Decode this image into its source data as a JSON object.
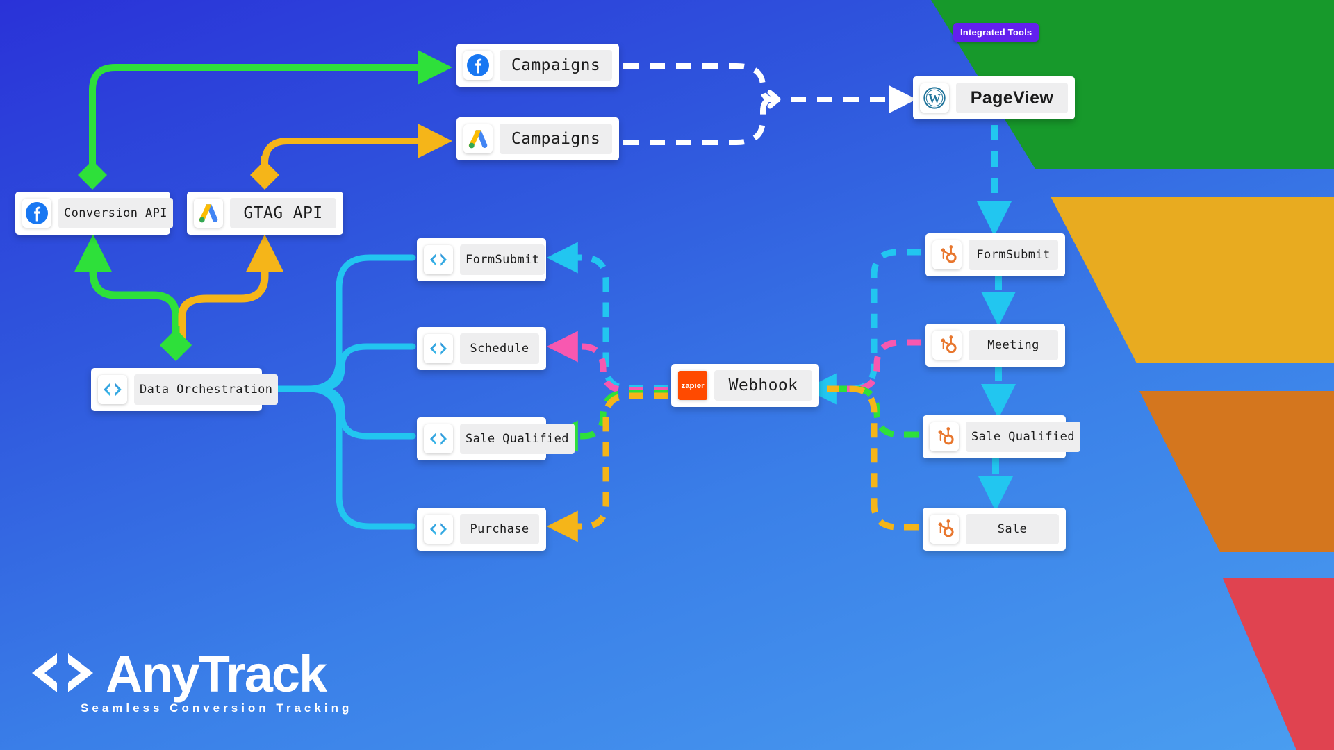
{
  "meta": {
    "diagram_title": "AnyTrack Seamless Conversion Tracking Flow"
  },
  "badge": {
    "label": "Integrated Tools",
    "color": "#6320ee"
  },
  "logo": {
    "mark": "code-brackets-icon",
    "word": "AnyTrack",
    "tagline": "Seamless   Conversion Tracking"
  },
  "nodes": {
    "fb_campaigns": {
      "label": "Campaigns",
      "icon": "facebook-icon"
    },
    "gads_campaigns": {
      "label": "Campaigns",
      "icon": "google-ads-icon"
    },
    "conversion_api": {
      "label": "Conversion API",
      "icon": "facebook-icon"
    },
    "gtag_api": {
      "label": "GTAG API",
      "icon": "google-ads-icon"
    },
    "data_orch": {
      "label": "Data Orchestration",
      "icon": "code-brackets-icon"
    },
    "formsubmit": {
      "label": "FormSubmit",
      "icon": "code-brackets-icon"
    },
    "schedule": {
      "label": "Schedule",
      "icon": "code-brackets-icon"
    },
    "sale_qualified": {
      "label": "Sale Qualified",
      "icon": "code-brackets-icon"
    },
    "purchase": {
      "label": "Purchase",
      "icon": "code-brackets-icon"
    },
    "webhook": {
      "label": "Webhook",
      "icon": "zapier-icon"
    },
    "pageview": {
      "label": "PageView",
      "icon": "wordpress-icon"
    },
    "hs_formsubmit": {
      "label": "FormSubmit",
      "icon": "hubspot-icon"
    },
    "hs_meeting": {
      "label": "Meeting",
      "icon": "hubspot-icon"
    },
    "hs_salequal": {
      "label": "Sale Qualified",
      "icon": "hubspot-icon"
    },
    "hs_sale": {
      "label": "Sale",
      "icon": "hubspot-icon"
    }
  },
  "colors": {
    "background_blue_top": "#2a32d8",
    "background_blue_bottom": "#4a9ef0",
    "funnel_green": "#17992b",
    "funnel_yellow": "#e8ab20",
    "funnel_orange": "#d4761e",
    "funnel_red": "#e04350",
    "edge_green": "#2ee03a",
    "edge_yellow": "#f5b519",
    "edge_cyan": "#22c6f0",
    "edge_pink": "#f858b0",
    "edge_white": "#ffffff",
    "zapier_orange": "#ff4a00",
    "facebook_blue": "#1877f2",
    "hubspot_orange": "#ff7a59",
    "wordpress_blue": "#21759b",
    "badge_purple": "#6320ee"
  },
  "edges": [
    {
      "from": "conversion_api",
      "to": "fb_campaigns",
      "color": "#2ee03a",
      "style": "solid",
      "head": "arrow"
    },
    {
      "from": "gtag_api",
      "to": "gads_campaigns",
      "color": "#f5b519",
      "style": "solid",
      "head": "arrow"
    },
    {
      "from": "data_orch",
      "to": "conversion_api",
      "color": "#2ee03a",
      "style": "solid",
      "head": "arrow"
    },
    {
      "from": "data_orch",
      "to": "gtag_api",
      "color": "#f5b519",
      "style": "solid",
      "head": "arrow"
    },
    {
      "from": "fb_campaigns",
      "to": "pageview",
      "color": "#ffffff",
      "style": "dashed",
      "head": "arrow"
    },
    {
      "from": "gads_campaigns",
      "to": "pageview",
      "color": "#ffffff",
      "style": "dashed",
      "head": "arrow"
    },
    {
      "from": "data_orch",
      "to": "formsubmit",
      "color": "#22c6f0",
      "style": "solid",
      "head": "none"
    },
    {
      "from": "data_orch",
      "to": "schedule",
      "color": "#22c6f0",
      "style": "solid",
      "head": "none"
    },
    {
      "from": "data_orch",
      "to": "sale_qualified",
      "color": "#22c6f0",
      "style": "solid",
      "head": "none"
    },
    {
      "from": "data_orch",
      "to": "purchase",
      "color": "#22c6f0",
      "style": "solid",
      "head": "none"
    },
    {
      "from": "webhook",
      "to": "formsubmit",
      "color": "#22c6f0",
      "style": "dashed",
      "head": "arrow"
    },
    {
      "from": "webhook",
      "to": "schedule",
      "color": "#f858b0",
      "style": "dashed",
      "head": "arrow"
    },
    {
      "from": "webhook",
      "to": "sale_qualified",
      "color": "#2ee03a",
      "style": "dashed",
      "head": "arrow"
    },
    {
      "from": "webhook",
      "to": "purchase",
      "color": "#f5b519",
      "style": "dashed",
      "head": "arrow"
    },
    {
      "from": "hs_formsubmit",
      "to": "webhook",
      "color": "#22c6f0",
      "style": "dashed",
      "head": "arrow"
    },
    {
      "from": "hs_meeting",
      "to": "webhook",
      "color": "#f858b0",
      "style": "dashed",
      "head": "none"
    },
    {
      "from": "hs_salequal",
      "to": "webhook",
      "color": "#2ee03a",
      "style": "dashed",
      "head": "none"
    },
    {
      "from": "hs_sale",
      "to": "webhook",
      "color": "#f5b519",
      "style": "dashed",
      "head": "none"
    },
    {
      "from": "pageview",
      "to": "hs_formsubmit",
      "color": "#22c6f0",
      "style": "dashed",
      "head": "arrow"
    },
    {
      "from": "hs_formsubmit",
      "to": "hs_meeting",
      "color": "#22c6f0",
      "style": "dashed",
      "head": "arrow"
    },
    {
      "from": "hs_meeting",
      "to": "hs_salequal",
      "color": "#22c6f0",
      "style": "dashed",
      "head": "arrow"
    },
    {
      "from": "hs_salequal",
      "to": "hs_sale",
      "color": "#22c6f0",
      "style": "dashed",
      "head": "arrow"
    }
  ]
}
